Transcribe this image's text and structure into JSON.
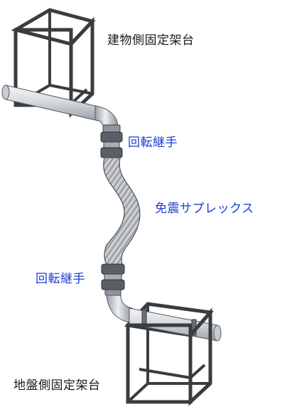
{
  "labels": {
    "building_frame": "建物側固定架台",
    "swivel_joint_top": "回転継手",
    "flex_pipe": "免震サプレックス",
    "swivel_joint_bottom": "回転継手",
    "ground_frame": "地盤側固定架台"
  },
  "colors": {
    "label_black": "#1a1a1a",
    "label_blue": "#1b3fd1",
    "frame_stroke": "#3a3d40",
    "pipe_fill": "#d9dcdf",
    "pipe_outline": "#555a5f"
  }
}
